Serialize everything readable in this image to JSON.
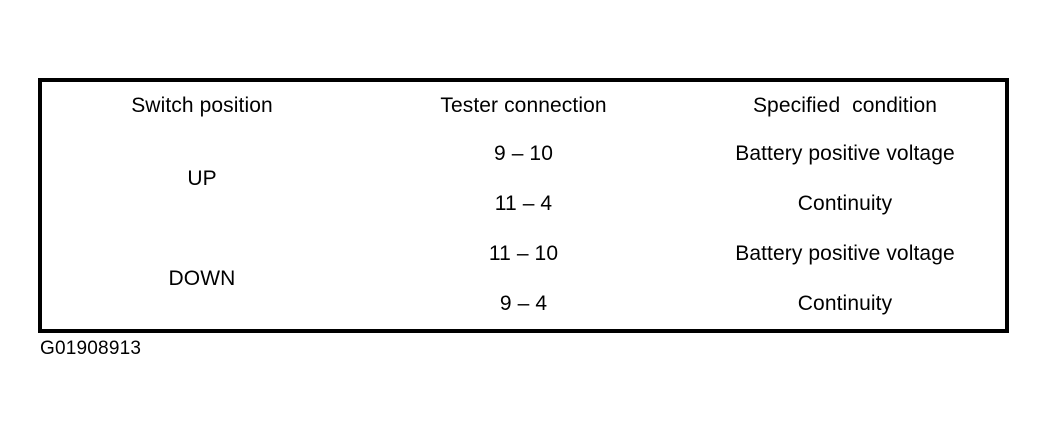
{
  "table": {
    "headers": [
      "Switch position",
      "Tester connection",
      "Specified  condition"
    ],
    "groups": [
      {
        "switch_position": "UP",
        "rows": [
          {
            "tester_connection": "9 – 10",
            "specified_condition": "Battery positive voltage"
          },
          {
            "tester_connection": "11 – 4",
            "specified_condition": "Continuity"
          }
        ]
      },
      {
        "switch_position": "DOWN",
        "rows": [
          {
            "tester_connection": "11 – 10",
            "specified_condition": "Battery positive voltage"
          },
          {
            "tester_connection": "9 – 4",
            "specified_condition": "Continuity"
          }
        ]
      }
    ]
  },
  "caption": "G01908913",
  "colors": {
    "background": "#ffffff",
    "foreground": "#000000",
    "border": "#000000"
  }
}
